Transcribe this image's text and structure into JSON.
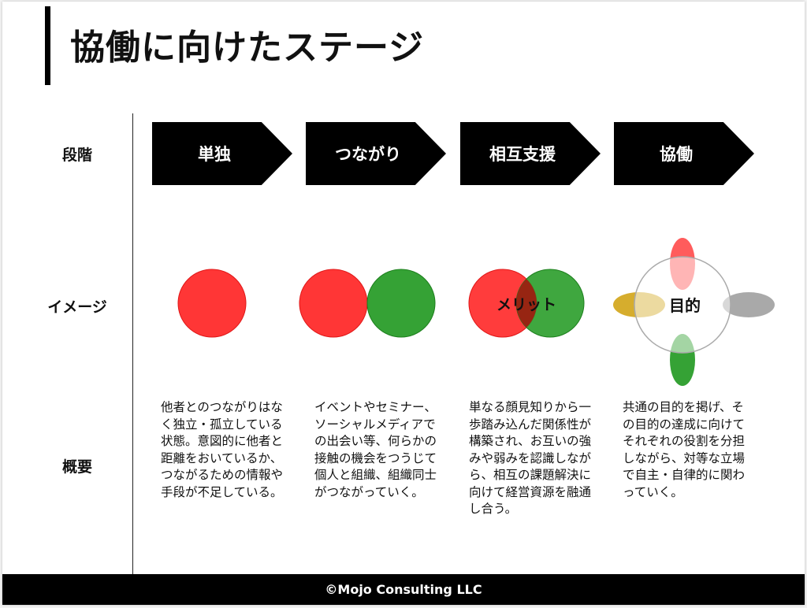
{
  "title": "協働に向けたステージ",
  "row_labels": {
    "stage": "段階",
    "image": "イメージ",
    "overview": "概要"
  },
  "stages": [
    {
      "name": "単独",
      "description": "他者とのつながりはなく独立・孤立している状態。意図的に他者と距離をおいているか、つながるための情報や手段が不足している。"
    },
    {
      "name": "つながり",
      "description": "イベントやセミナー、ソーシャルメディアでの出会い等、何らかの接触の機会をつうじて個人と組織、組織同士がつながっていく。"
    },
    {
      "name": "相互支援",
      "description": "単なる顔見知りから一歩踏み込んだ関係性が構築され、お互いの強みや弱みを認識しながら、相互の課題解決に向けて経営資源を融通し合う。"
    },
    {
      "name": "協働",
      "description": "共通の目的を掲げ、その目的の達成に向けてそれぞれの役割を分担しながら、対等な立場で自主・自律的に関わっていく。"
    }
  ],
  "image_labels": {
    "merit": "メリット",
    "purpose": "目的"
  },
  "colors": {
    "red": "#ff2b2b",
    "green": "#2a9d2a",
    "gold": "#d4a922",
    "gray": "#9a9a9a",
    "black": "#000000"
  },
  "footer": "©Mojo Consulting LLC"
}
